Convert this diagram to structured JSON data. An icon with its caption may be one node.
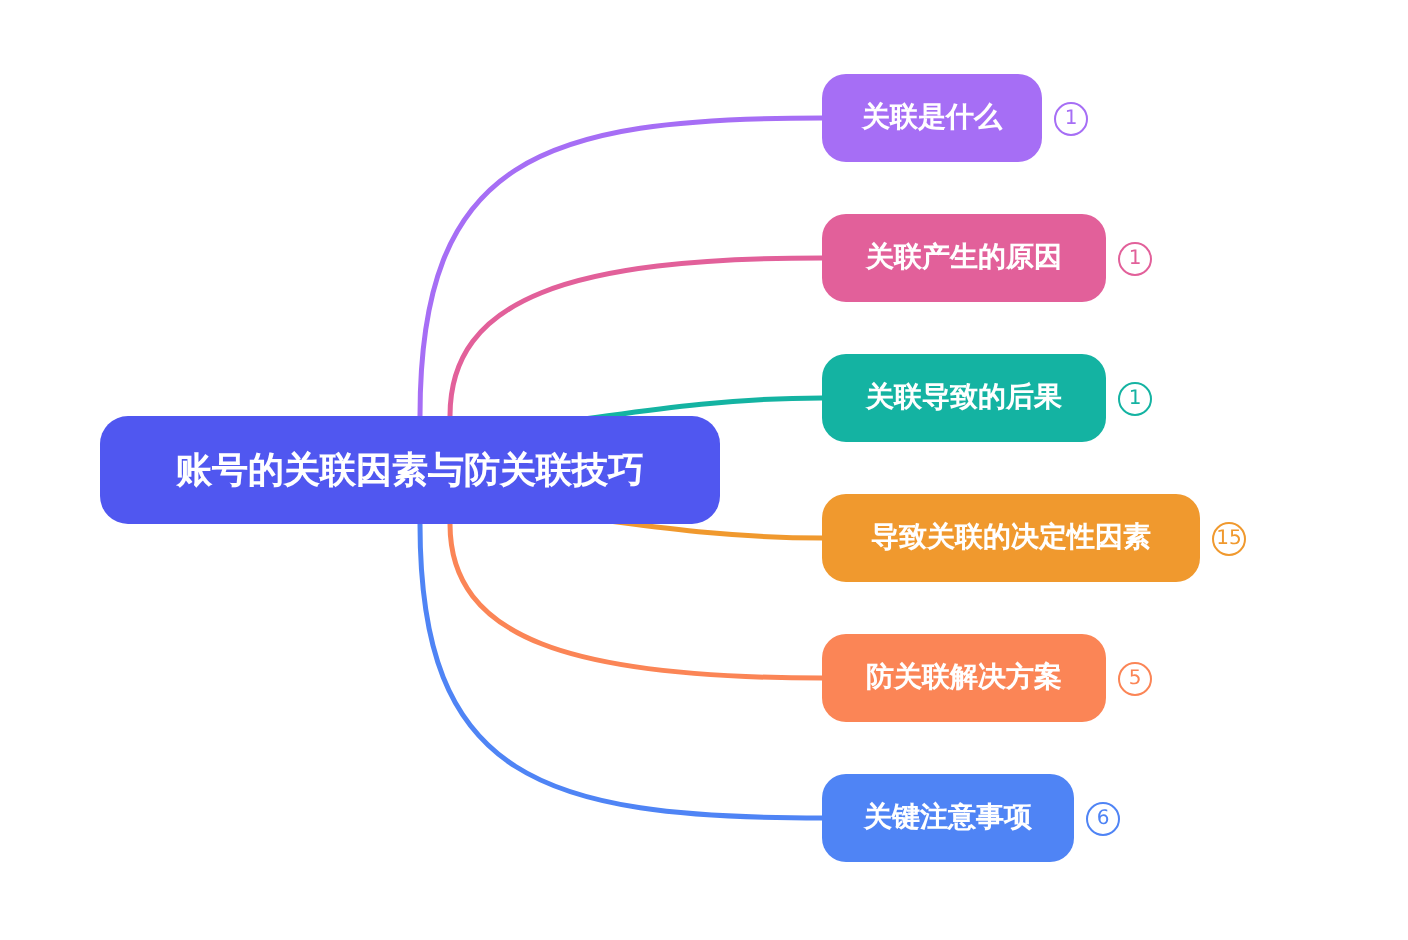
{
  "diagram": {
    "nodes": [
      {
        "text": [
          "账号的关联因素与防关联技巧"
        ]
      },
      {
        "text": [
          "关联是什么"
        ],
        "beside": [
          "1"
        ]
      },
      {
        "text": [
          "关联产生的原因"
        ],
        "beside": [
          "1"
        ]
      },
      {
        "text": [
          "关联导致的后果"
        ],
        "beside": [
          "1"
        ]
      },
      {
        "text": [
          "导致关联的决定性因素"
        ],
        "beside": [
          "15"
        ]
      },
      {
        "text": [
          "防关联解决方案"
        ],
        "beside": [
          "5"
        ]
      },
      {
        "text": [
          "关键注意事项"
        ],
        "beside": [
          "6"
        ]
      }
    ],
    "edges": [
      {
        "from": 0,
        "to": 1,
        "arrow": "none",
        "color": "#a66ef5"
      },
      {
        "from": 0,
        "to": 2,
        "arrow": "none",
        "color": "#e2609a"
      },
      {
        "from": 0,
        "to": 3,
        "arrow": "none",
        "color": "#14b3a2"
      },
      {
        "from": 0,
        "to": 4,
        "arrow": "none",
        "color": "#f0992e"
      },
      {
        "from": 0,
        "to": 5,
        "arrow": "none",
        "color": "#fb8556"
      },
      {
        "from": 0,
        "to": 6,
        "arrow": "none",
        "color": "#4f84f5"
      }
    ]
  }
}
